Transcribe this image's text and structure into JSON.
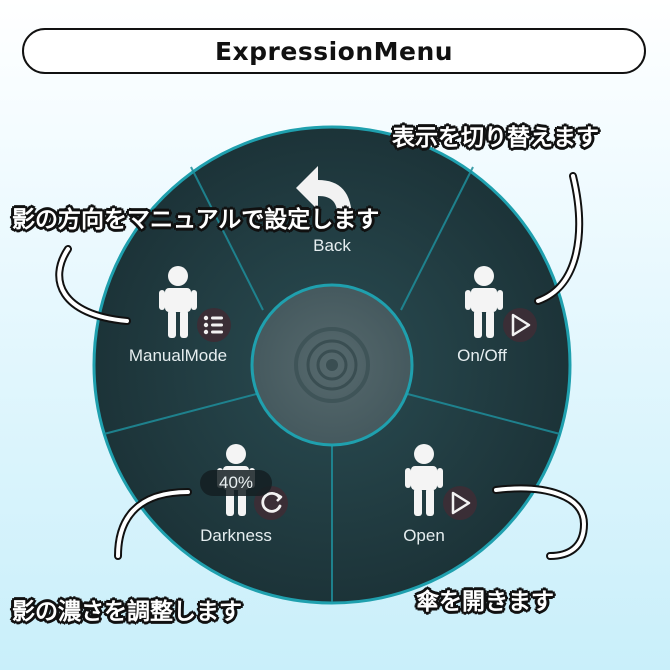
{
  "window": {
    "title": "ExpressionMenu"
  },
  "menu": {
    "back_label": "Back",
    "items": [
      {
        "label": "Back",
        "icon": "back-arrow-icon"
      },
      {
        "label": "On/Off",
        "icon": "toggle-icon"
      },
      {
        "label": "Open",
        "icon": "toggle-icon"
      },
      {
        "label": "Darkness",
        "icon": "radial-puppet-icon",
        "value": "40%"
      },
      {
        "label": "ManualMode",
        "icon": "sub-menu-icon"
      }
    ]
  },
  "annotations": {
    "onoff": "表示を切り替えます",
    "manual": "影の方向をマニュアルで設定します",
    "darkness": "影の濃さを調整します",
    "open": "傘を開きます"
  },
  "colors": {
    "ring": "#1e9aa8",
    "wedge": "#213b41",
    "center": "#4a5f64",
    "text": "#e6eef0"
  }
}
